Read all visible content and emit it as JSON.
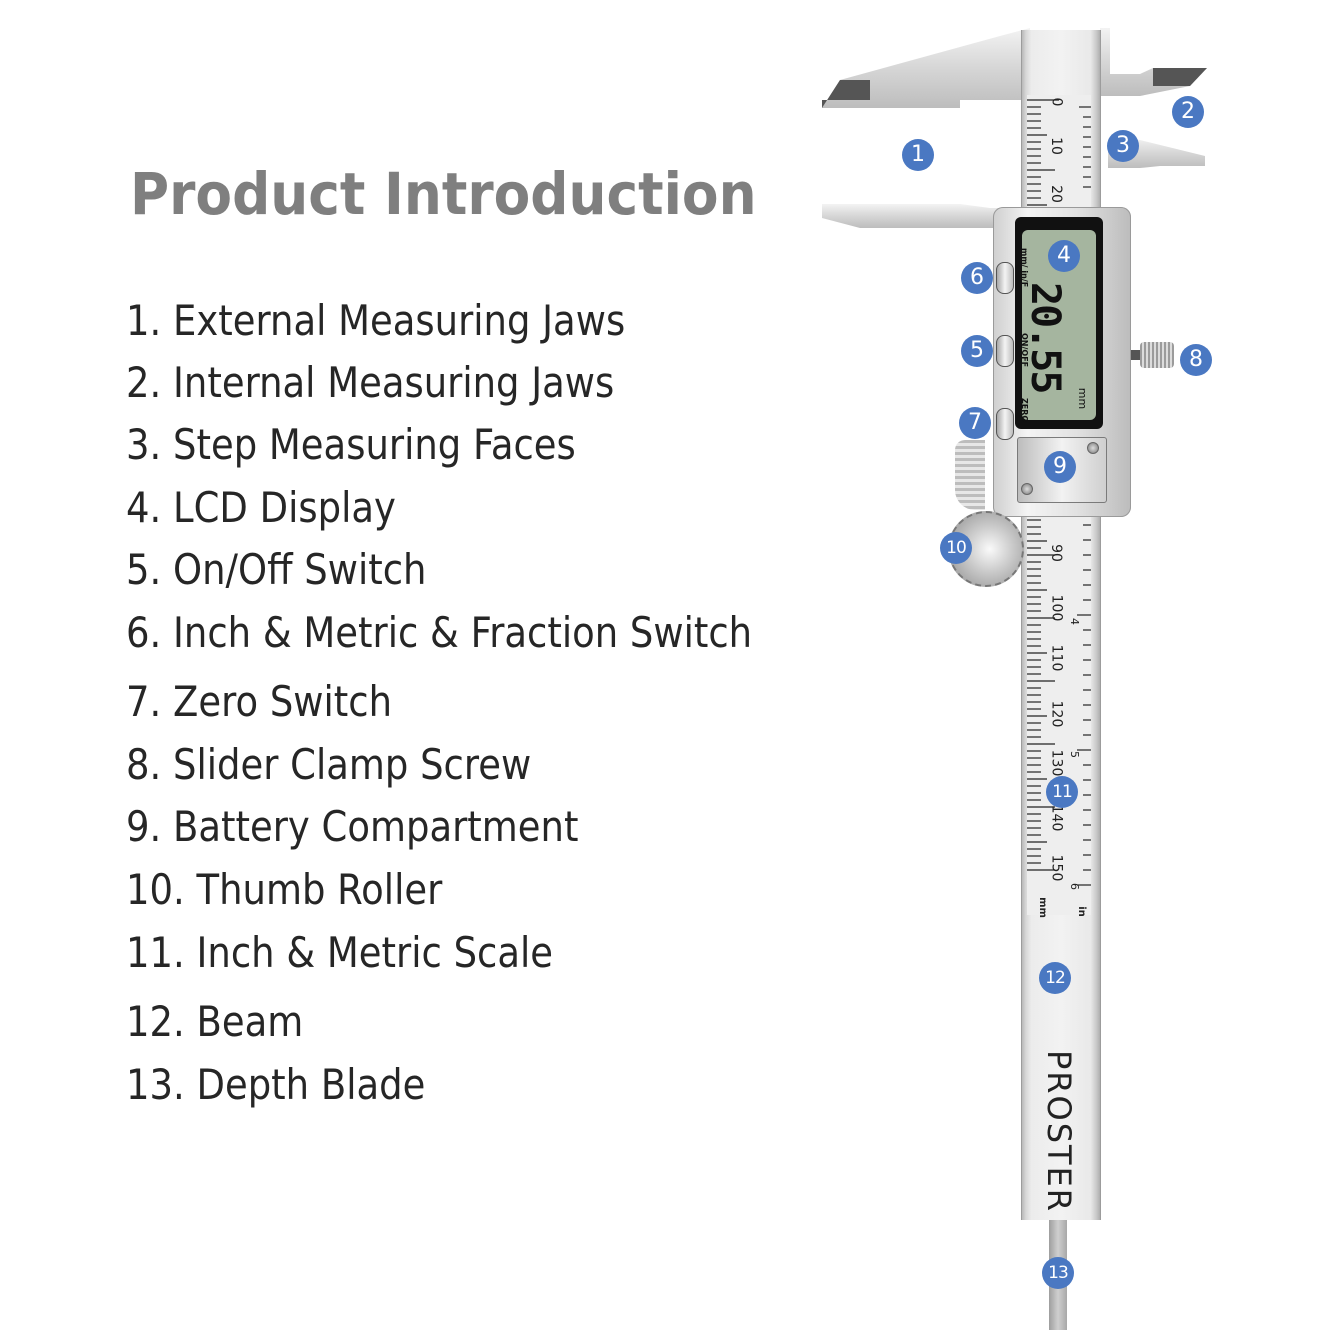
{
  "title": "Product Introduction",
  "parts": [
    {
      "number": "1",
      "label": "1. External Measuring Jaws"
    },
    {
      "number": "2",
      "label": "2. Internal Measuring Jaws"
    },
    {
      "number": "3",
      "label": "3. Step Measuring Faces"
    },
    {
      "number": "4",
      "label": "4. LCD Display"
    },
    {
      "number": "5",
      "label": "5. On/Off Switch"
    },
    {
      "number": "6",
      "label": "6. Inch & Metric & Fraction Switch"
    },
    {
      "number": "7",
      "label": "7. Zero Switch"
    },
    {
      "number": "8",
      "label": "8. Slider Clamp Screw"
    },
    {
      "number": "9",
      "label": "9. Battery Compartment"
    },
    {
      "number": "10",
      "label": "10. Thumb Roller"
    },
    {
      "number": "11",
      "label": "11. Inch & Metric Scale"
    },
    {
      "number": "12",
      "label": "12. Beam"
    },
    {
      "number": "13",
      "label": "13. Depth Blade"
    }
  ],
  "caliper": {
    "brand": "PROSTER",
    "lcd": {
      "reading": "20.55",
      "unit": "mm"
    },
    "button_labels": {
      "mode": "mm/ in/F",
      "power": "ON/OFF",
      "zero": "ZERO"
    },
    "scale_unit_mm": "mm",
    "scale_unit_in": "in",
    "mm_labels": [
      "0",
      "10",
      "20",
      "90",
      "100",
      "110",
      "120",
      "130",
      "140",
      "150"
    ],
    "inch_labels": [
      "4",
      "5",
      "6"
    ]
  },
  "colors": {
    "title": "#7f7f7f",
    "list_text": "#262626",
    "badge": "#4a78c2",
    "lcd": "#a5b59f"
  }
}
